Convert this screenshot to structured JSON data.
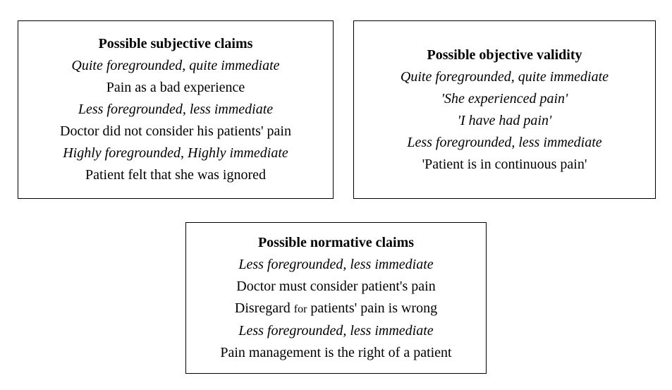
{
  "subjective": {
    "title": "Possible subjective claims",
    "lines": [
      "Quite foregrounded, quite immediate",
      "Pain as a bad experience",
      "Less foregrounded, less immediate",
      "Doctor did not consider his patients' pain",
      "Highly foregrounded, Highly immediate",
      "Patient felt that she was ignored"
    ]
  },
  "objective": {
    "title": "Possible objective validity",
    "lines": [
      "Quite foregrounded, quite immediate",
      "'She experienced pain'",
      "'I have had pain'",
      "Less foregrounded, less immediate",
      "'Patient is in continuous pain'"
    ]
  },
  "normative": {
    "title": "Possible normative claims",
    "lines": [
      "Less foregrounded, less immediate",
      "Doctor must consider patient's pain",
      "Disregard",
      "for",
      "patients' pain is wrong",
      "Less foregrounded, less immediate",
      "Pain management is the right of a patient"
    ]
  }
}
